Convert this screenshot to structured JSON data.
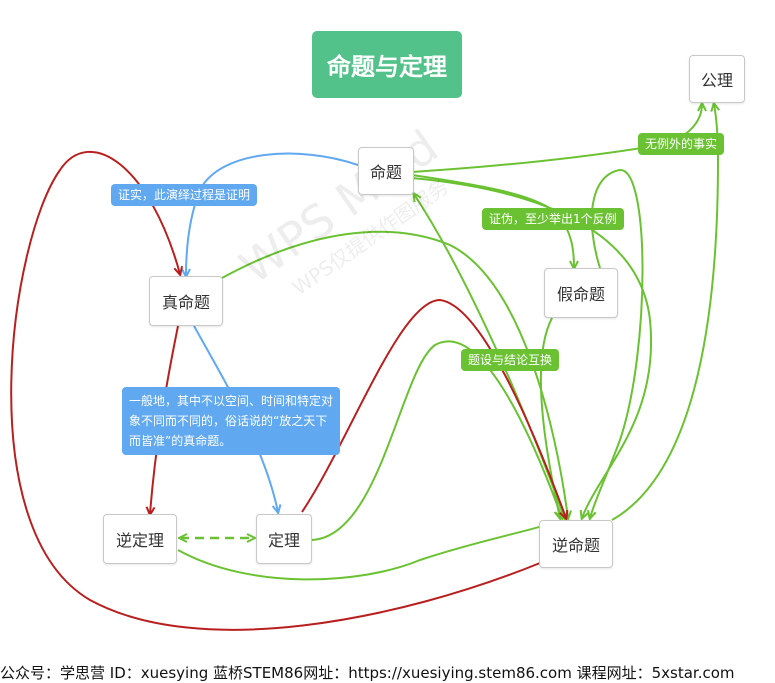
{
  "title": "命题与定理",
  "nodes": {
    "proposition": "命题",
    "axiom": "公理",
    "true_proposition": "真命题",
    "false_proposition": "假命题",
    "inverse_theorem": "逆定理",
    "theorem": "定理",
    "inverse_proposition": "逆命题"
  },
  "labels": {
    "no_exception": "无例外的事实",
    "proof": "证实，此演绎过程是证明",
    "counterexample": "证伪，至少举出1个反例",
    "swap": "题设与结论互换",
    "generally_true": "一般地，其中不以空间、时间和特定对象不同而不同的，俗话说的“放之天下而皆准”的真命题。"
  },
  "watermark": {
    "line1": "WPS Mind",
    "line2": "WPS仅提供作图服务"
  },
  "footer": "公众号：学思营  ID：xuesying 蓝桥STEM86网址：https://xuesiying.stem86.com 课程网址：5xstar.com",
  "colors": {
    "title_bg": "#52c28a",
    "green": "#6ac232",
    "blue": "#60a8f0",
    "red": "#b82020"
  }
}
